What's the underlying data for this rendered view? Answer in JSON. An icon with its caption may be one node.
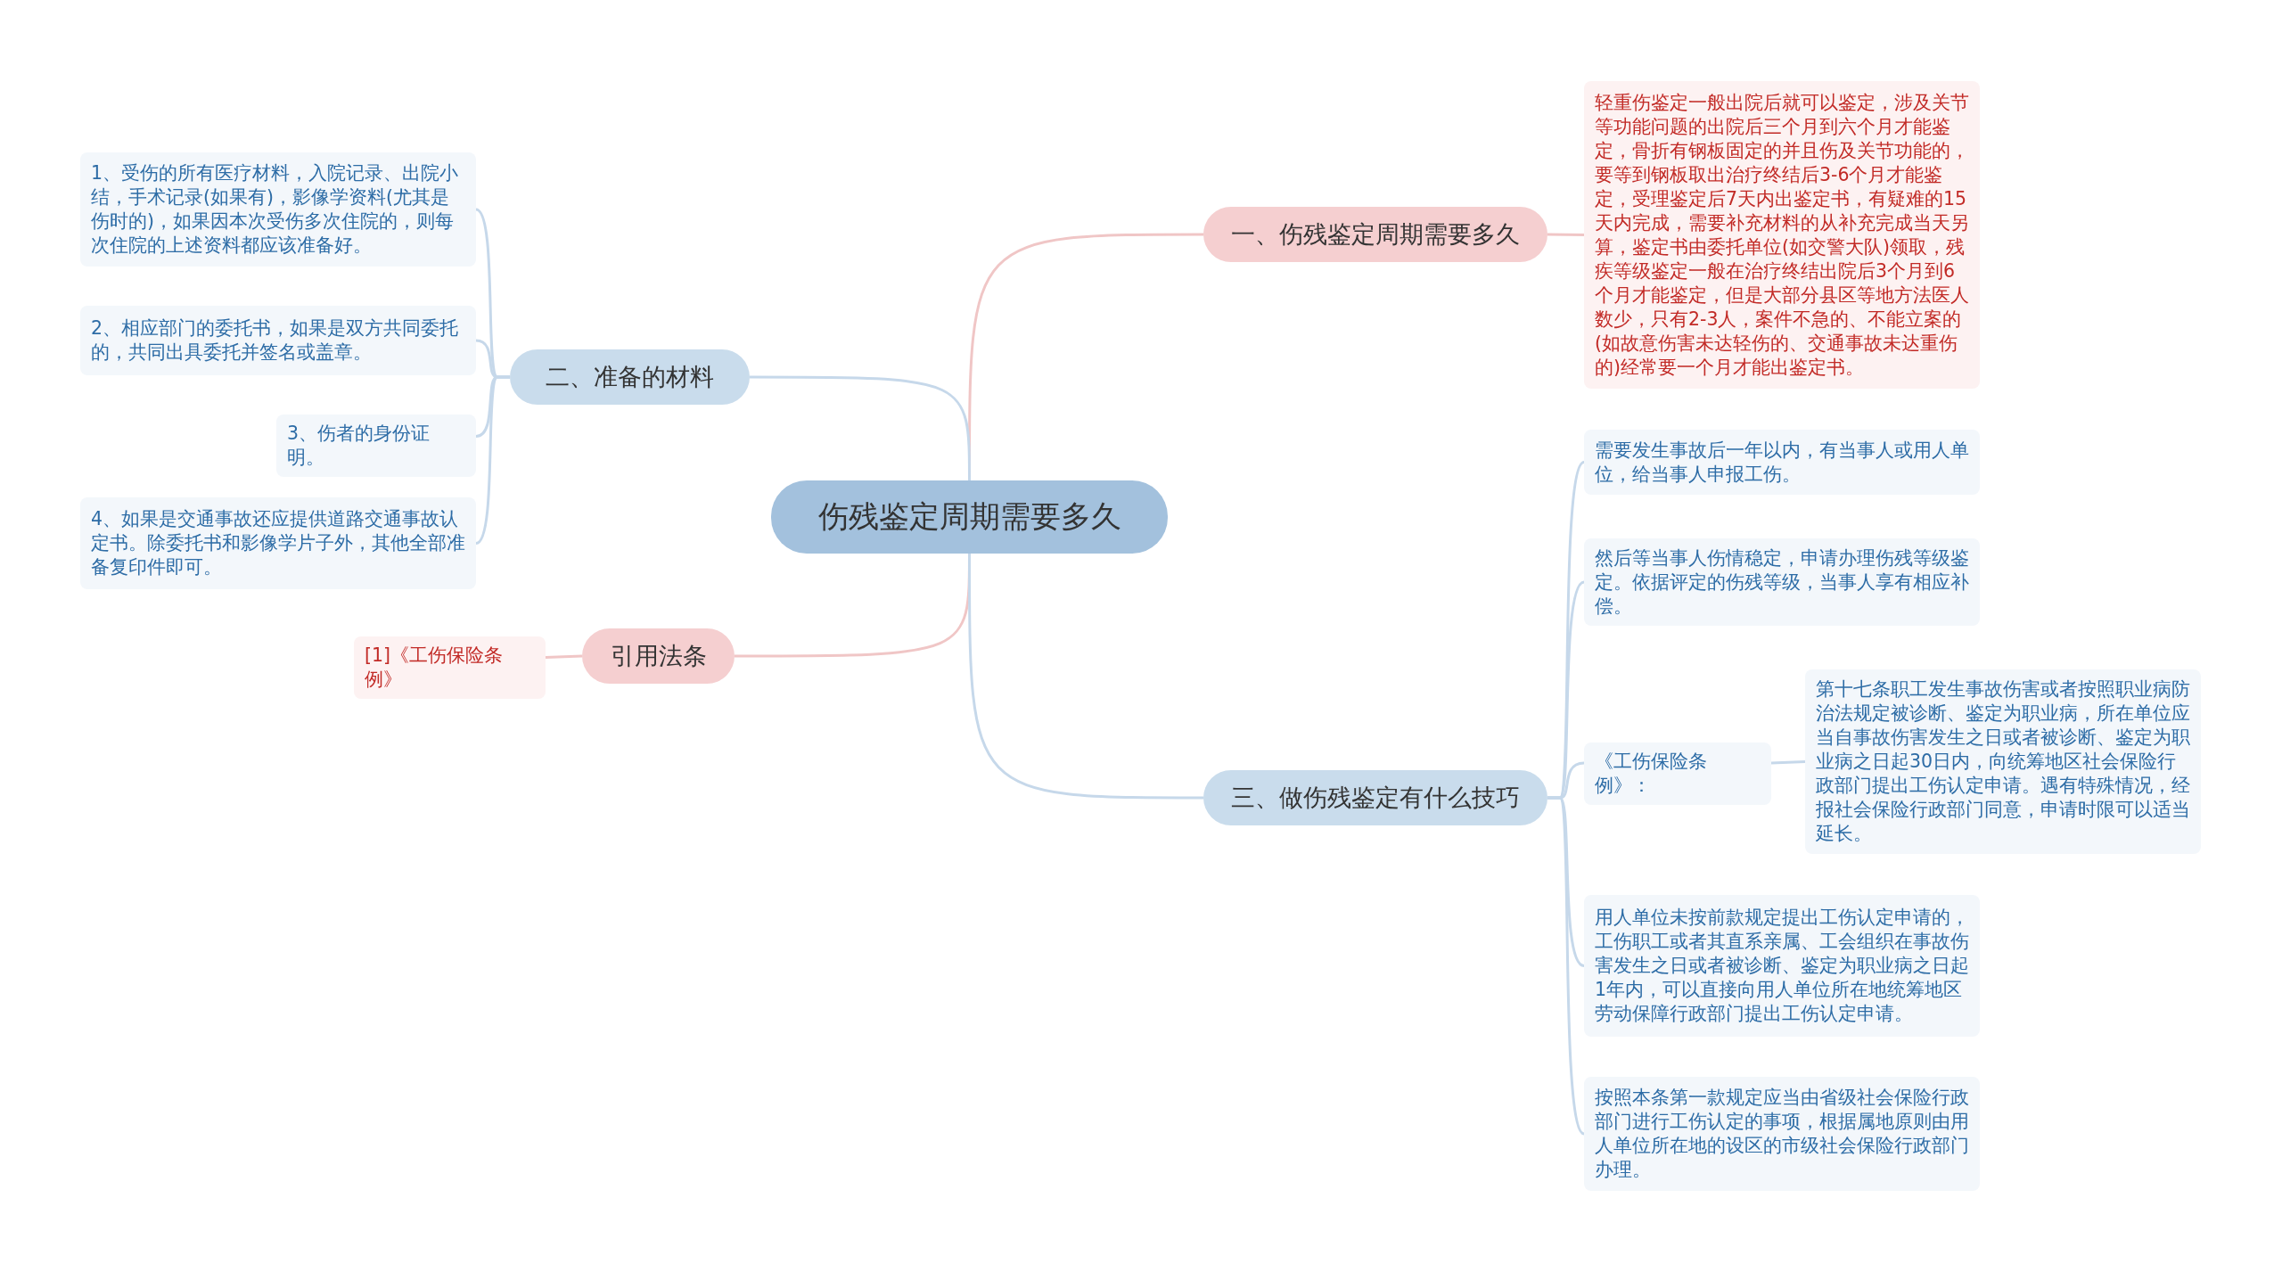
{
  "diagram": {
    "nodes": [
      {
        "text": [
          "伤残鉴定周期需要多久"
        ]
      },
      {
        "text": [
          "一、伤残鉴定周期需要多久"
        ]
      },
      {
        "text": [
          "轻重伤鉴定一般出院后就可以鉴定，涉及关节等功能问题的出院后三个月到六个月才能鉴定，骨折有钢板固定的并且伤及关节功能的，要等到钢板取出治疗终结后3-6个月才能鉴定，受理鉴定后7天内出鉴定书，有疑难的15天内完成，需要补充材料的从补充完成当天另算，鉴定书由委托单位(如交警大队)领取，残疾等级鉴定一般在治疗终结出院后3个月到6个月才能鉴定，但是大部分县区等地方法医人数少，只有2-3人，案件不急的、不能立案的(如故意伤害未达轻伤的、交通事故未达重伤的)经常要一个月才能出鉴定书。"
        ]
      },
      {
        "text": [
          "二、准备的材料"
        ]
      },
      {
        "text": [
          "1、受伤的所有医疗材料，入院记录、出院小结，手术记录(如果有)，影像学资料(尤其是伤时的)，如果因本次受伤多次住院的，则每次住院的上述资料都应该准备好。"
        ]
      },
      {
        "text": [
          "2、相应部门的委托书，如果是双方共同委托的，共同出具委托并签名或盖章。"
        ]
      },
      {
        "text": [
          "3、伤者的身份证明。"
        ]
      },
      {
        "text": [
          "4、如果是交通事故还应提供道路交通事故认定书。除委托书和影像学片子外，其他全部准备复印件即可。"
        ]
      },
      {
        "text": [
          "引用法条"
        ]
      },
      {
        "text": [
          "[1]《工伤保险条例》"
        ]
      },
      {
        "text": [
          "三、做伤残鉴定有什么技巧"
        ]
      },
      {
        "text": [
          "需要发生事故后一年以内，有当事人或用人单位，给当事人申报工伤。"
        ]
      },
      {
        "text": [
          "然后等当事人伤情稳定，申请办理伤残等级鉴定。依据评定的伤残等级，当事人享有相应补偿。"
        ]
      },
      {
        "text": [
          "《工伤保险条例》："
        ]
      },
      {
        "text": [
          "第十七条职工发生事故伤害或者按照职业病防治法规定被诊断、鉴定为职业病，所在单位应当自事故伤害发生之日或者被诊断、鉴定为职业病之日起30日内，向统筹地区社会保险行政部门提出工伤认定申请。遇有特殊情况，经报社会保险行政部门同意，申请时限可以适当延长。"
        ]
      },
      {
        "text": [
          "用人单位未按前款规定提出工伤认定申请的，工伤职工或者其直系亲属、工会组织在事故伤害发生之日或者被诊断、鉴定为职业病之日起1年内，可以直接向用人单位所在地统筹地区劳动保障行政部门提出工伤认定申请。"
        ]
      },
      {
        "text": [
          "按照本条第一款规定应当由省级社会保险行政部门进行工伤认定的事项，根据属地原则由用人单位所在地的设区的市级社会保险行政部门办理。"
        ]
      }
    ],
    "edges": [
      {
        "from": 0,
        "to": 1,
        "arrow": "none",
        "color": "#f0c6c6"
      },
      {
        "from": 1,
        "to": 2,
        "arrow": "none",
        "color": "#f0c6c6"
      },
      {
        "from": 0,
        "to": 3,
        "arrow": "none"
      },
      {
        "from": 3,
        "to": 4,
        "arrow": "none"
      },
      {
        "from": 3,
        "to": 5,
        "arrow": "none"
      },
      {
        "from": 3,
        "to": 6,
        "arrow": "none"
      },
      {
        "from": 3,
        "to": 7,
        "arrow": "none"
      },
      {
        "from": 0,
        "to": 8,
        "arrow": "none",
        "color": "#f0c6c6"
      },
      {
        "from": 8,
        "to": 9,
        "arrow": "none",
        "color": "#f0c6c6"
      },
      {
        "from": 0,
        "to": 10,
        "arrow": "none"
      },
      {
        "from": 10,
        "to": 11,
        "arrow": "none"
      },
      {
        "from": 10,
        "to": 12,
        "arrow": "none"
      },
      {
        "from": 10,
        "to": 13,
        "arrow": "none"
      },
      {
        "from": 13,
        "to": 14,
        "arrow": "none"
      },
      {
        "from": 10,
        "to": 15,
        "arrow": "none"
      },
      {
        "from": 10,
        "to": 16,
        "arrow": "none"
      }
    ]
  }
}
